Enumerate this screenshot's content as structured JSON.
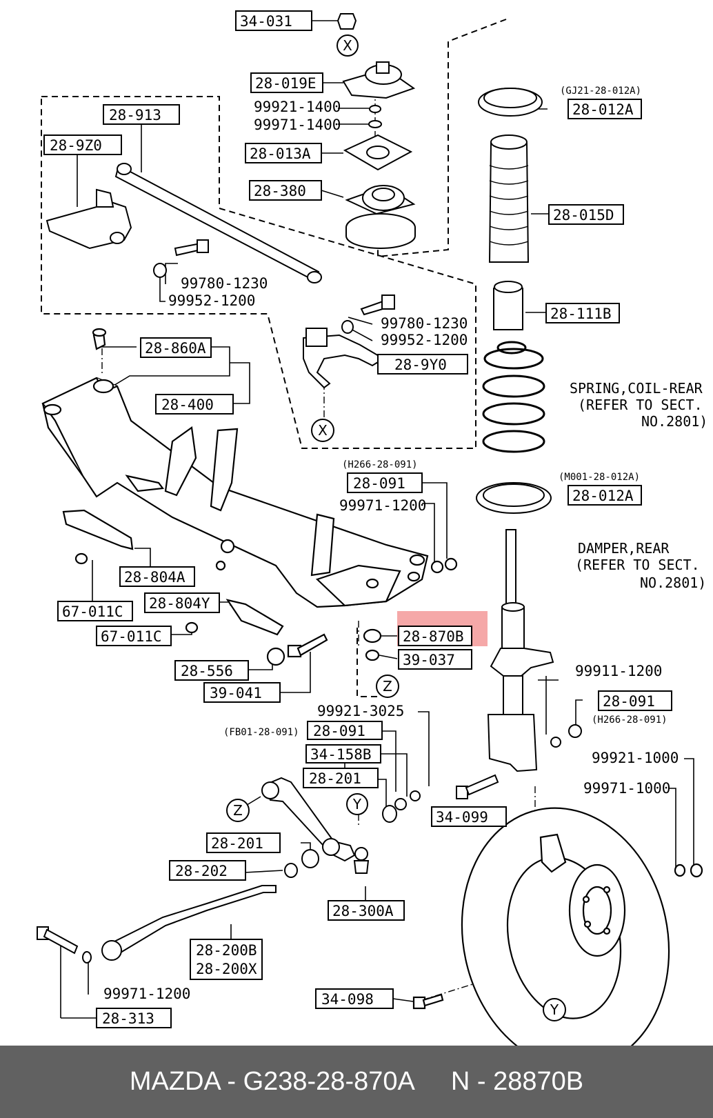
{
  "diagram": {
    "part_labels": {
      "p34_031": "34-031",
      "p28_019E": "28-019E",
      "p99921_1400": "99921-1400",
      "p99971_1400": "99971-1400",
      "p28_013A": "28-013A",
      "p28_380": "28-380",
      "p28_913": "28-913",
      "p28_9Z0": "28-9Z0",
      "p99780_1230_a": "99780-1230",
      "p99952_1200_a": "99952-1200",
      "p99780_1230_b": "99780-1230",
      "p99952_1200_b": "99952-1200",
      "p28_9Y0": "28-9Y0",
      "p28_860A": "28-860A",
      "p28_400": "28-400",
      "p28_012A_top": "28-012A",
      "p28_015D": "28-015D",
      "p28_111B": "28-111B",
      "p28_012A_bot": "28-012A",
      "p28_091_a": "28-091",
      "p99971_1200_a": "99971-1200",
      "p28_804A": "28-804A",
      "p28_804Y": "28-804Y",
      "p67_011C_a": "67-011C",
      "p67_011C_b": "67-011C",
      "p28_870B": "28-870B",
      "p39_037": "39-037",
      "p28_556": "28-556",
      "p39_041": "39-041",
      "p99921_3025": "99921-3025",
      "p28_091_b": "28-091",
      "p34_158B": "34-158B",
      "p28_201_a": "28-201",
      "p34_099": "34-099",
      "p99911_1200": "99911-1200",
      "p28_091_c": "28-091",
      "p99921_1000": "99921-1000",
      "p99971_1000": "99971-1000",
      "p28_201_b": "28-201",
      "p28_202": "28-202",
      "p28_300A": "28-300A",
      "p28_200B": "28-200B",
      "p28_200X": "28-200X",
      "p99971_1200_b": "99971-1200",
      "p28_313": "28-313",
      "p34_098": "34-098"
    },
    "alt_numbers": {
      "gj21": "(GJ21-28-012A)",
      "m001": "(M001-28-012A)",
      "h266_a": "(H266-28-091)",
      "h266_b": "(H266-28-091)",
      "fb01": "(FB01-28-091)"
    },
    "notes": {
      "spring_l1": "SPRING,COIL-REAR",
      "spring_l2": "(REFER TO SECT.",
      "spring_l3": "NO.2801)",
      "damper_l1": "DAMPER,REAR",
      "damper_l2": "(REFER TO SECT.",
      "damper_l3": "NO.2801)"
    },
    "callouts": {
      "x_top": "X",
      "x_mid": "X",
      "z_mid": "Z",
      "z_left": "Z",
      "y_mid": "Y",
      "y_wheel": "Y"
    },
    "highlight_color": "#f28b8b"
  },
  "footer": {
    "left": "MAZDA - G238-28-870A",
    "right": "N - 28870B"
  }
}
